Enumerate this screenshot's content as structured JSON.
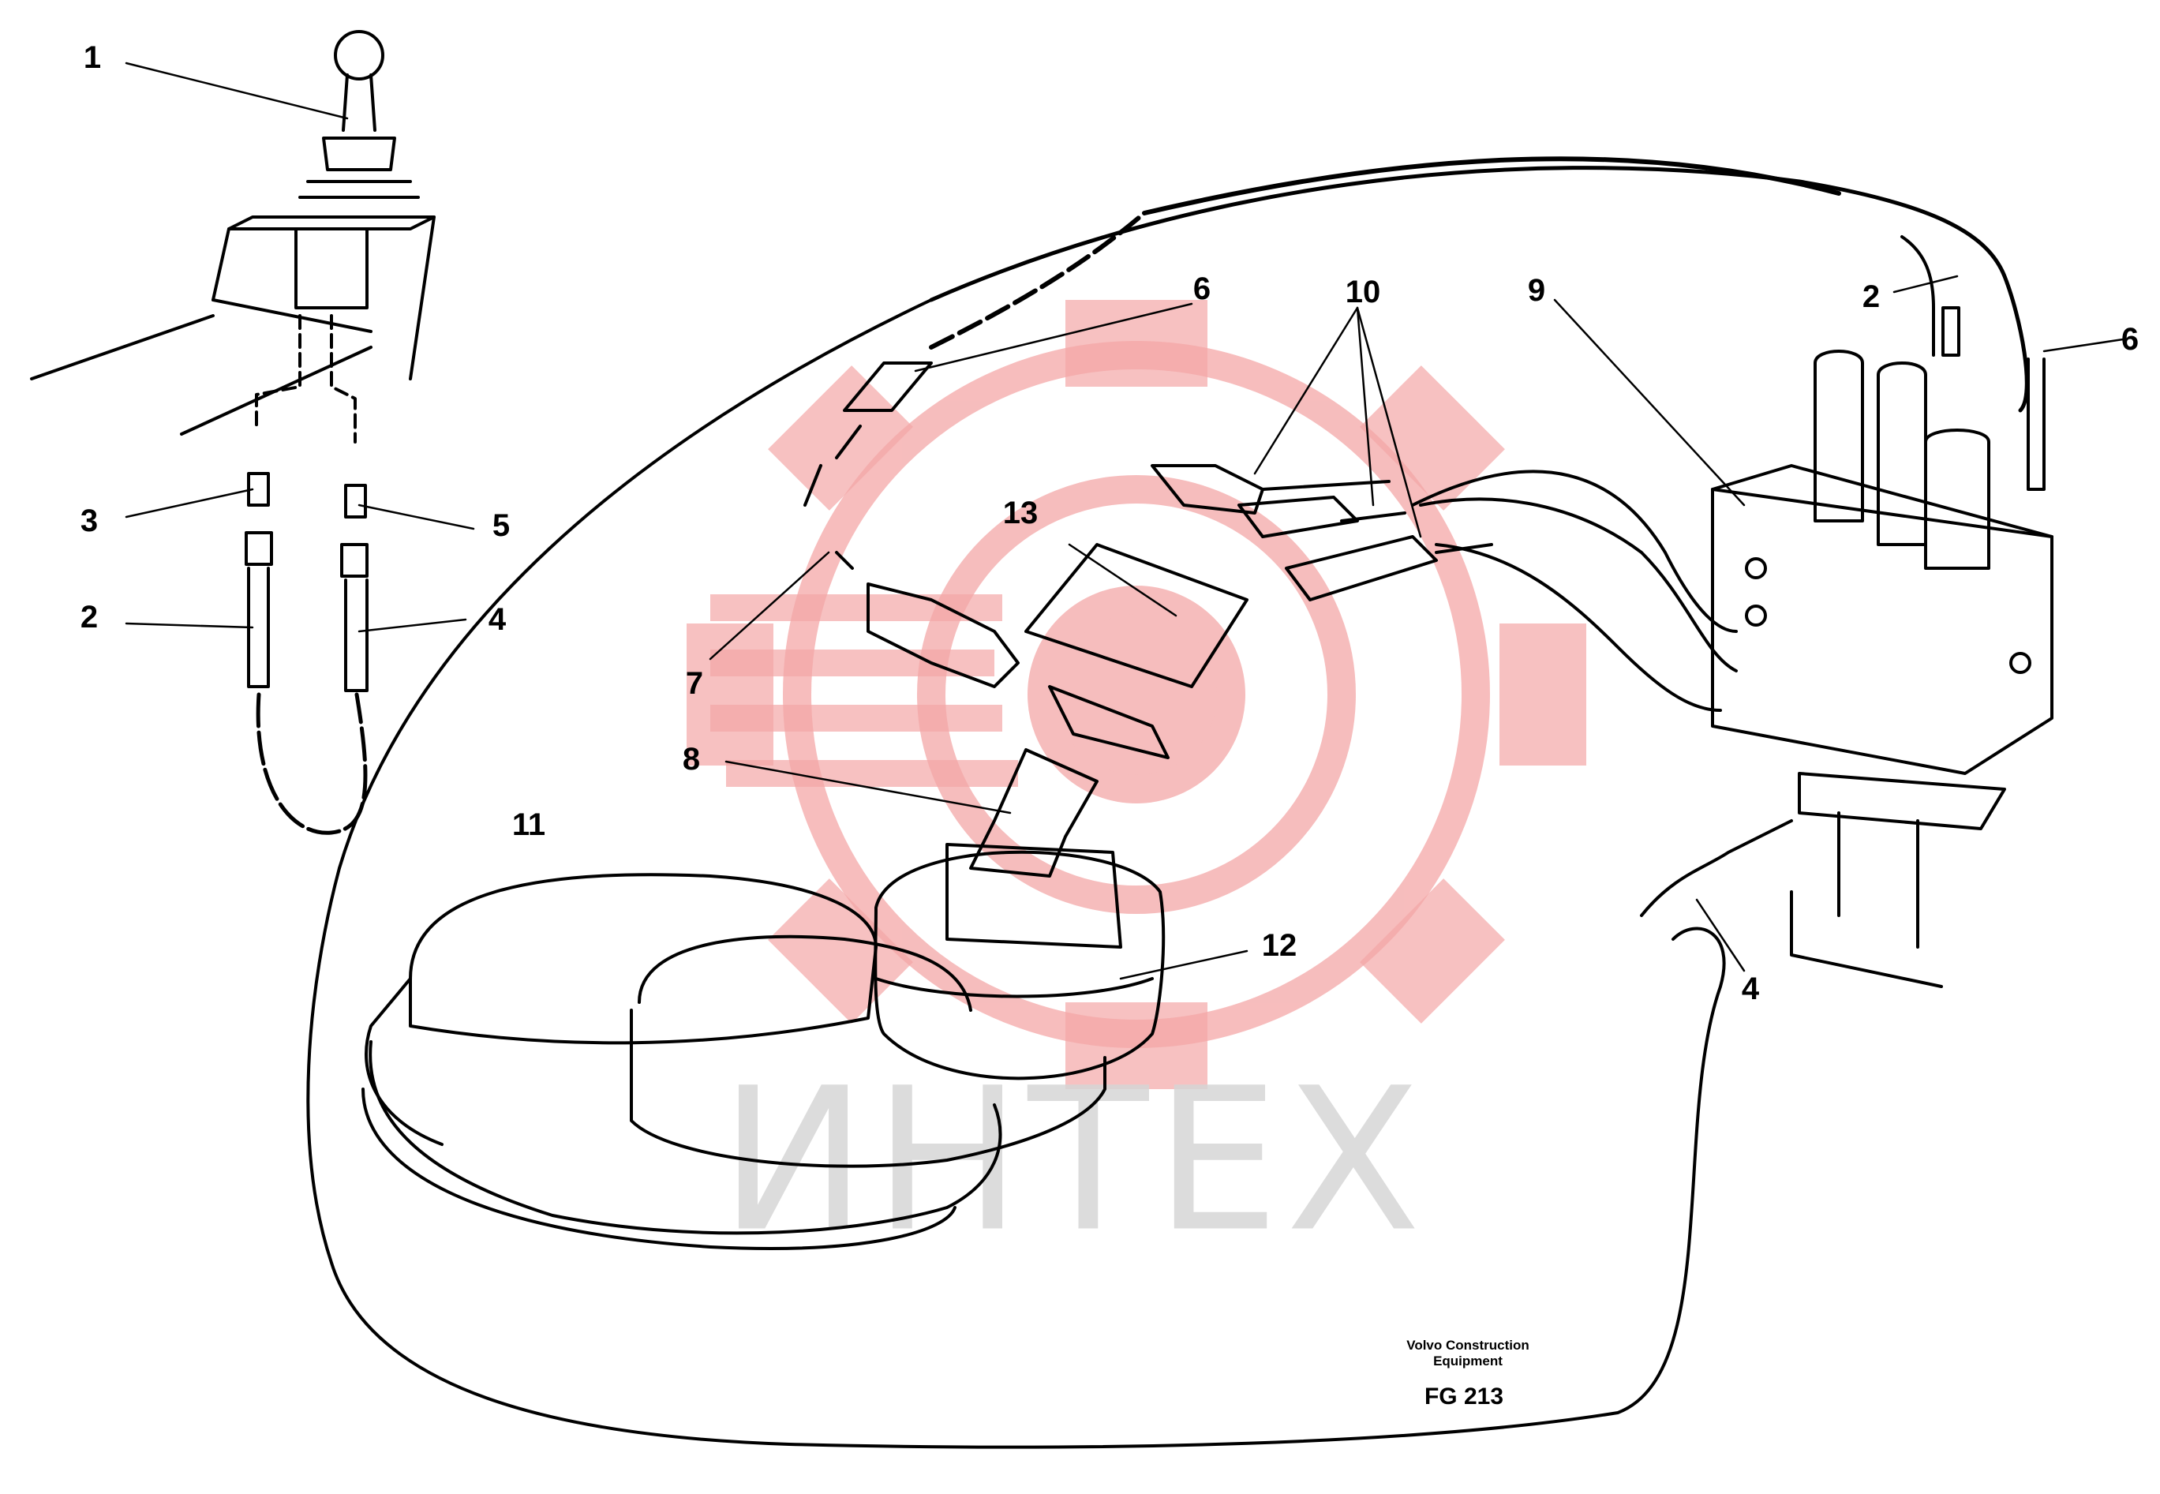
{
  "figure": {
    "watermark_text": "ИНТЕХ",
    "watermark_color": "#f4a7a7",
    "company": [
      "Volvo Construction",
      "Equipment"
    ],
    "figure_code": "FG 213"
  },
  "callouts": {
    "c1": "1",
    "c2_left": "2",
    "c3": "3",
    "c4_left": "4",
    "c5": "5",
    "c6_mid": "6",
    "c7": "7",
    "c8": "8",
    "c9": "9",
    "c10": "10",
    "c11": "11",
    "c12": "12",
    "c13": "13",
    "c2_right": "2",
    "c6_right": "6",
    "c4_right": "4"
  }
}
